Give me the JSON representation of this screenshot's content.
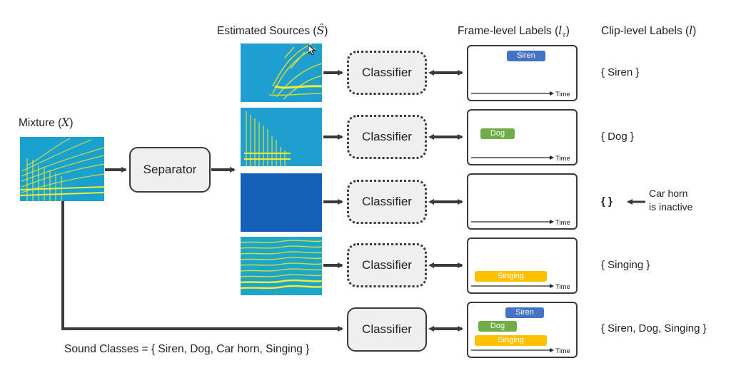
{
  "headers": {
    "mixture": "Mixture (",
    "mixture_sym": "X",
    "mixture_close": ")",
    "estimated": "Estimated Sources (",
    "estimated_sym": "Ŝ",
    "estimated_close": ")",
    "frame": "Frame-level Labels (",
    "frame_sym": "l",
    "frame_sub": "τ",
    "frame_close": ")",
    "clip": "Clip-level Labels (",
    "clip_sym": "l",
    "clip_close": ")"
  },
  "separator_label": "Separator",
  "classifier_label": "Classifier",
  "time_label": "Time",
  "rows": [
    {
      "frame_labels": [
        {
          "text": "Siren",
          "color": "#4472c4"
        }
      ],
      "clip": "{ Siren }"
    },
    {
      "frame_labels": [
        {
          "text": "Dog",
          "color": "#70ad47"
        }
      ],
      "clip": "{ Dog }"
    },
    {
      "frame_labels": [],
      "clip": "{  }",
      "note_line1": "Car horn",
      "note_line2": "is inactive"
    },
    {
      "frame_labels": [
        {
          "text": "Singing",
          "color": "#ffc000"
        }
      ],
      "clip": "{ Singing }"
    },
    {
      "frame_labels": [
        {
          "text": "Siren",
          "color": "#4472c4"
        },
        {
          "text": "Dog",
          "color": "#70ad47"
        },
        {
          "text": "Singing",
          "color": "#ffc000"
        }
      ],
      "clip": "{ Siren, Dog, Singing }"
    }
  ],
  "sound_classes": "Sound Classes = { Siren, Dog, Car horn, Singing }",
  "colors": {
    "spec_bg": "#1e9fd0",
    "spec_dark": "#1560b8",
    "spec_line": "#e6e030",
    "arrow": "#3a3a3a",
    "box_fill": "#efefef"
  },
  "icons": {
    "cursor": "mouse-pointer-icon"
  }
}
